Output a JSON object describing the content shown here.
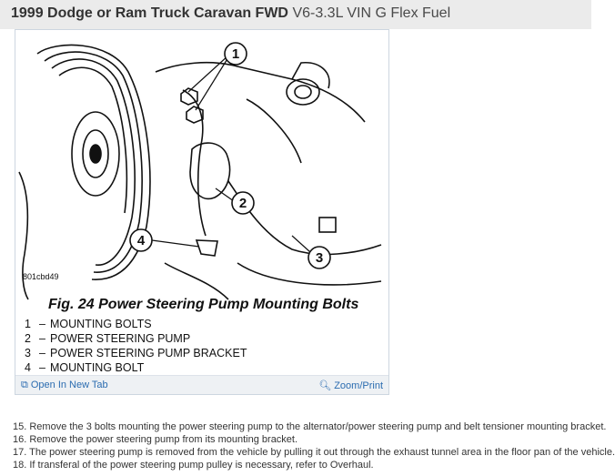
{
  "header": {
    "title_bold": "1999 Dodge or Ram Truck Caravan FWD",
    "title_rest": "V6-3.3L VIN G Flex Fuel"
  },
  "figure": {
    "image_code": "801cbd49",
    "callouts": [
      "1",
      "2",
      "3",
      "4"
    ],
    "caption": "Fig. 24 Power Steering Pump Mounting Bolts",
    "legend": [
      {
        "num": "1",
        "sep": "–",
        "text": "MOUNTING BOLTS"
      },
      {
        "num": "2",
        "sep": "–",
        "text": "POWER STEERING PUMP"
      },
      {
        "num": "3",
        "sep": "–",
        "text": "POWER STEERING PUMP BRACKET"
      },
      {
        "num": "4",
        "sep": "–",
        "text": "MOUNTING BOLT"
      }
    ]
  },
  "footer": {
    "open_label": "Open In New Tab",
    "zoom_label": "Zoom/Print",
    "open_icon": "open-new-tab-icon",
    "zoom_icon": "magnifier-icon"
  },
  "steps": [
    "15. Remove the 3 bolts mounting the power steering pump to the alternator/power steering pump and belt tensioner mounting bracket.",
    "16. Remove the power steering pump from its mounting bracket.",
    "17. The power steering pump is removed from the vehicle by pulling it out through the exhaust tunnel area in the floor pan of the vehicle.",
    "18. If transferal of the power steering pump pulley is necessary, refer to Overhaul."
  ]
}
